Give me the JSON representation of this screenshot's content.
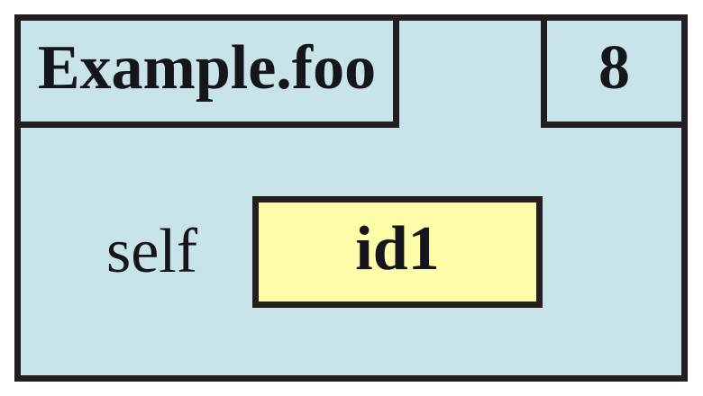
{
  "diagram": {
    "type": "memory-model-stack-frame",
    "frame": {
      "name_label": "Example.foo",
      "corner_value": "8",
      "variables": [
        {
          "name": "self",
          "value": "id1"
        }
      ],
      "variable_0_name": "self",
      "variable_0_value": "id1"
    },
    "colors": {
      "frame_fill": "#c9e4e8",
      "value_box_fill": "#fdfca9",
      "border": "#231f20",
      "text": "#15151d",
      "page_background": "#ffffff"
    }
  }
}
